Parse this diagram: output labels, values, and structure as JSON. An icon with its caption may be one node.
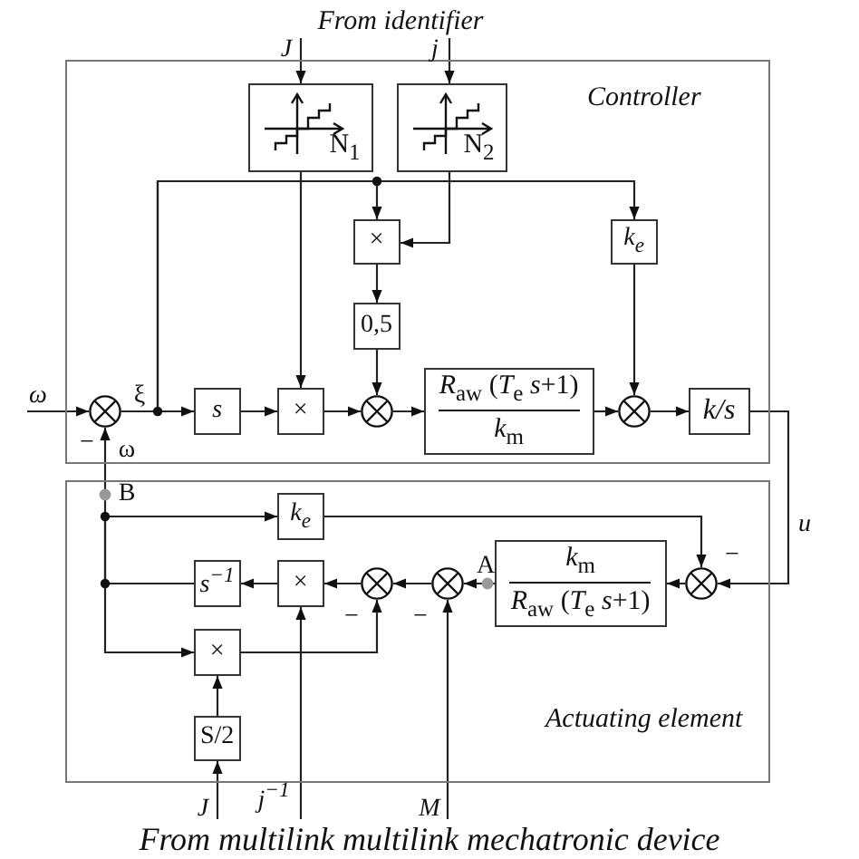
{
  "diagram": {
    "nodes": [
      {
        "text": [
          "Controller"
        ]
      },
      {
        "text": [
          "Actuating element"
        ]
      },
      {
        "text": [
          "N$_{1}$"
        ],
        "in": 0
      },
      {
        "text": [
          "N$_{2}$"
        ],
        "in": 0
      },
      {
        "text": [
          "×"
        ],
        "in": 0
      },
      {
        "text": [
          "k$_{e}$"
        ],
        "in": 0
      },
      {
        "text": [
          "0,5"
        ],
        "in": 0
      },
      {
        "text": [],
        "shape": "circle",
        "in": 0
      },
      {
        "text": [
          "s"
        ],
        "in": 0
      },
      {
        "text": [
          "×"
        ],
        "in": 0
      },
      {
        "text": [],
        "shape": "circle",
        "in": 0
      },
      {
        "text": [
          "*R*$_{aw}$ (*T*$_{e}$ *s*+1)",
          "*k*$_{m}$"
        ],
        "in": 0
      },
      {
        "text": [],
        "shape": "circle",
        "in": 0
      },
      {
        "text": [
          "k/s"
        ],
        "in": 0
      },
      {
        "text": [
          "k$_{e}$"
        ],
        "in": 1
      },
      {
        "text": [
          "*k*$_{m}$",
          "*R*$_{aw}$ (*T*$_{e}$ *s*+1)"
        ],
        "in": 1
      },
      {
        "text": [],
        "shape": "circle",
        "in": 1
      },
      {
        "text": [],
        "shape": "circle",
        "in": 1
      },
      {
        "text": [],
        "shape": "circle",
        "in": 1
      },
      {
        "text": [
          "×"
        ],
        "in": 1
      },
      {
        "text": [
          "s$^{−1}$"
        ],
        "in": 1
      },
      {
        "text": [
          "×"
        ],
        "in": 1
      },
      {
        "text": [
          "S/2"
        ],
        "in": 1
      },
      {
        "text": [
          "From identifier"
        ]
      },
      {
        "text": [
          "From multilink multilink mechatronic device"
        ]
      }
    ],
    "edges": [
      {
        "from": 23,
        "to": 2,
        "arrow": "to",
        "label": "J"
      },
      {
        "from": 23,
        "to": 3,
        "arrow": "to",
        "label": "j"
      },
      {
        "from": 2,
        "to": 9,
        "arrow": "to"
      },
      {
        "from": 3,
        "to": 4,
        "arrow": "to"
      },
      {
        "from": null,
        "to": 7,
        "arrow": "to",
        "label": "ω"
      },
      {
        "from": 7,
        "to": 8,
        "arrow": "to"
      },
      {
        "from": 7,
        "to": 4,
        "arrow": "to"
      },
      {
        "from": 7,
        "to": 5,
        "arrow": "to"
      },
      {
        "from": 4,
        "to": 6,
        "arrow": "to"
      },
      {
        "from": 6,
        "to": 10,
        "arrow": "to"
      },
      {
        "from": 8,
        "to": 9,
        "arrow": "to"
      },
      {
        "from": 9,
        "to": 10,
        "arrow": "to"
      },
      {
        "from": 10,
        "to": 11,
        "arrow": "to"
      },
      {
        "from": 11,
        "to": 12,
        "arrow": "to"
      },
      {
        "from": 5,
        "to": 12,
        "arrow": "to"
      },
      {
        "from": 12,
        "to": 13,
        "arrow": "to"
      },
      {
        "from": 13,
        "to": 18,
        "arrow": "to",
        "label": "u"
      },
      {
        "from": 18,
        "to": 15,
        "arrow": "to"
      },
      {
        "from": 14,
        "to": 18,
        "arrow": "to"
      },
      {
        "from": 15,
        "to": 17,
        "arrow": "to"
      },
      {
        "from": 17,
        "to": 16,
        "arrow": "to"
      },
      {
        "from": 16,
        "to": 19,
        "arrow": "to"
      },
      {
        "from": 19,
        "to": 20,
        "arrow": "to"
      },
      {
        "from": 20,
        "to": 7,
        "arrow": "to"
      },
      {
        "from": 20,
        "to": 14,
        "arrow": "to"
      },
      {
        "from": 20,
        "to": 21,
        "arrow": "to"
      },
      {
        "from": 21,
        "to": 16,
        "arrow": "to"
      },
      {
        "from": 22,
        "to": 21,
        "arrow": "to"
      },
      {
        "from": 24,
        "to": 22,
        "arrow": "to",
        "label": "J"
      },
      {
        "from": 24,
        "to": 19,
        "arrow": "to",
        "label": "j$^{−1}$"
      },
      {
        "from": 24,
        "to": 17,
        "arrow": "to",
        "label": "M"
      }
    ],
    "labels": [
      "ξ",
      "−",
      "ω",
      "B",
      "−",
      "A",
      "−",
      "−"
    ]
  }
}
